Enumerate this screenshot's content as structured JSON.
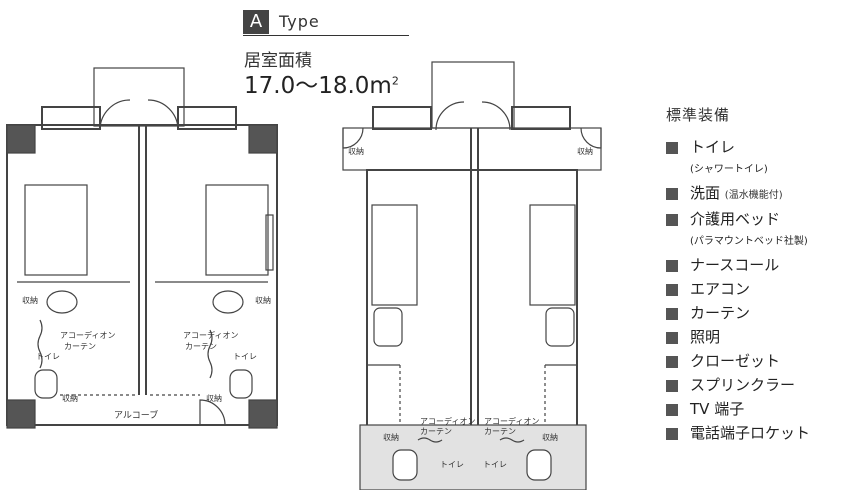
{
  "header": {
    "type_letter": "A",
    "type_word": "Type",
    "area_label": "居室面積",
    "area_value": "17.0〜18.0m",
    "area_unit_exp": "2"
  },
  "plan": {
    "storage": "収納",
    "accordion_curtain_line1": "アコーディオン",
    "accordion_curtain_line2": "カーテン",
    "toilet": "トイレ",
    "alcove": "アルコーブ"
  },
  "equipment": {
    "title": "標準装備",
    "items": [
      {
        "label": "トイレ",
        "sub": "(シャワートイレ)"
      },
      {
        "label": "洗面",
        "note": "(温水機能付)"
      },
      {
        "label": "介護用ベッド",
        "sub": "(パラマウントベッド社製)"
      },
      {
        "label": "ナースコール"
      },
      {
        "label": "エアコン"
      },
      {
        "label": "カーテン"
      },
      {
        "label": "照明"
      },
      {
        "label": "クローゼット"
      },
      {
        "label": "スプリンクラー"
      },
      {
        "label": "TV 端子"
      },
      {
        "label": "電話端子ロケット"
      }
    ]
  }
}
